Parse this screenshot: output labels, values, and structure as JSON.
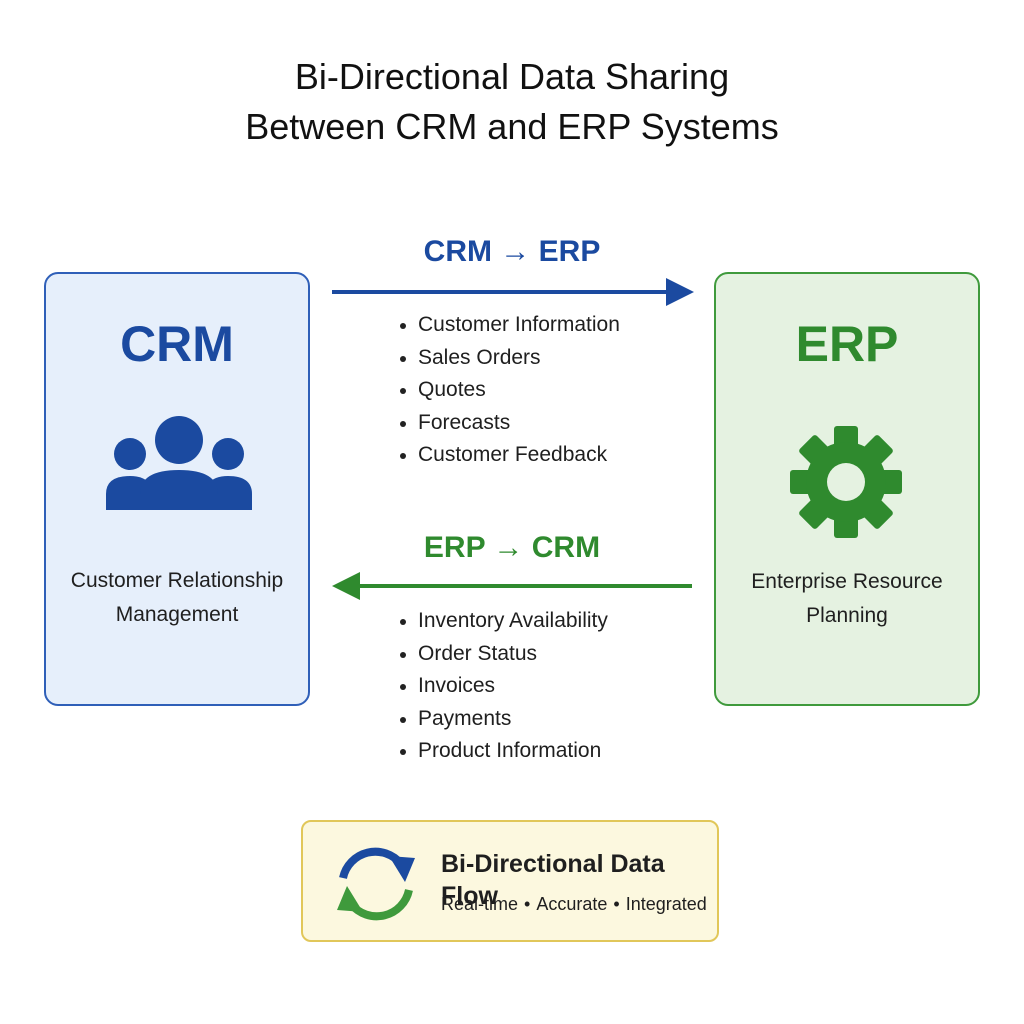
{
  "title": {
    "line1": "Bi-Directional Data Sharing",
    "line2": "Between CRM and ERP Systems"
  },
  "crm": {
    "label": "CRM",
    "subtitle_line1": "Customer Relationship",
    "subtitle_line2": "Management",
    "icon": "people-group-icon",
    "color": "#1b4aa0"
  },
  "erp": {
    "label": "ERP",
    "subtitle_line1": "Enterprise Resource",
    "subtitle_line2": "Planning",
    "icon": "gear-icon",
    "color": "#2f8a2e"
  },
  "flows": {
    "crm_to_erp": {
      "label": "CRM → ERP",
      "items": [
        "Customer Information",
        "Sales Orders",
        "Quotes",
        "Forecasts",
        "Customer Feedback"
      ]
    },
    "erp_to_crm": {
      "label": "ERP → CRM",
      "items": [
        "Inventory Availability",
        "Order Status",
        "Invoices",
        "Payments",
        "Product Information"
      ]
    }
  },
  "summary": {
    "title": "Bi-Directional Data Flow",
    "tags": [
      "Real-time",
      "Accurate",
      "Integrated"
    ],
    "icon": "cycle-arrows-icon"
  }
}
